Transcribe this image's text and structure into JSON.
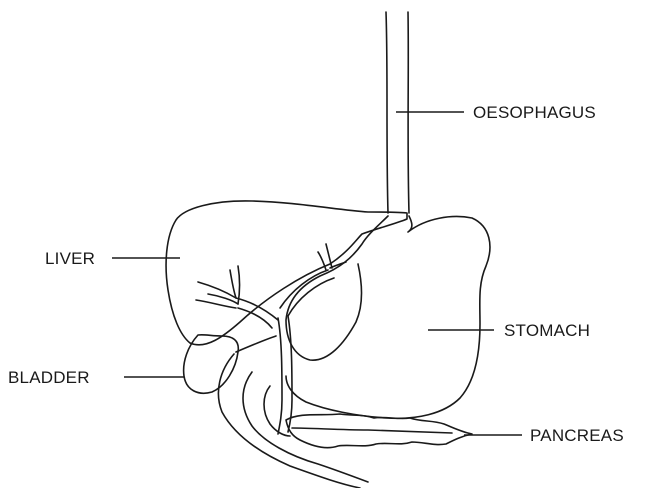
{
  "labels": {
    "oesophagus": "OESOPHAGUS",
    "liver": "LIVER",
    "stomach": "STOMACH",
    "bladder": "BLADDER",
    "pancreas": "PANCREAS"
  }
}
